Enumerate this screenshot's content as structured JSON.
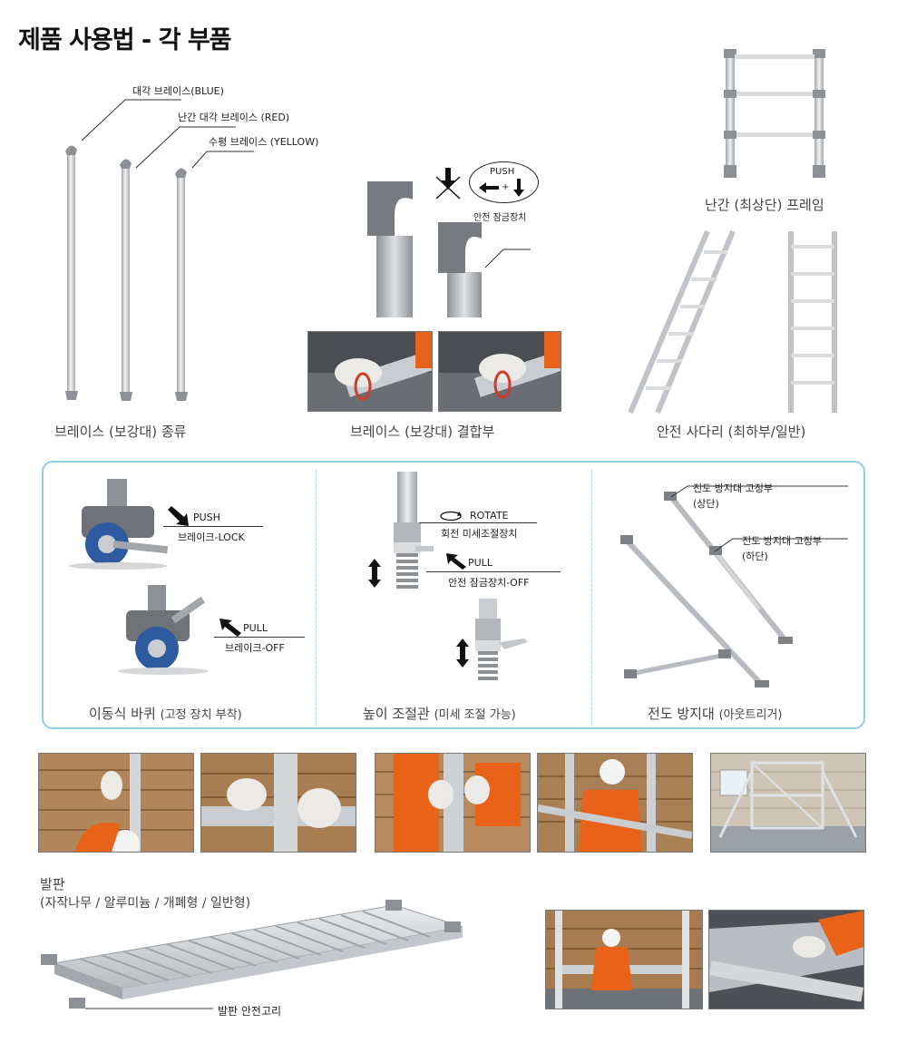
{
  "page": {
    "title": "제품 사용법 - 각 부품"
  },
  "braces": {
    "caption": "브레이스 (보강대) 종류",
    "blue_label": "대각 브레이스(BLUE)",
    "red_label": "난간 대각 브레이스 (RED)",
    "yellow_label": "수평 브레이스 (YELLOW)"
  },
  "joint": {
    "caption": "브레이스 (보강대) 결합부",
    "push": "PUSH",
    "plus": "+",
    "lock_label": "안전 잠금장치"
  },
  "top_frame": {
    "caption": "난간 (최상단) 프레임"
  },
  "ladder": {
    "caption": "안전 사다리 (최하부/일반)"
  },
  "caster": {
    "caption_main": "이동식 바퀴",
    "caption_sub": "(고정 장치 부착)",
    "push": "PUSH",
    "brake_lock": "브레이크-LOCK",
    "pull": "PULL",
    "brake_off": "브레이크-OFF"
  },
  "jack": {
    "caption_main": "높이 조절관",
    "caption_sub": "(미세 조절 가능)",
    "rotate": "ROTATE",
    "fine_adjust": "회전 미세조절장치",
    "pull": "PULL",
    "lock_off": "안전 잠금장치-OFF"
  },
  "outrigger": {
    "caption_main": "전도 방지대",
    "caption_sub": "(아웃트리거)",
    "upper_label_1": "전도 방지대 고정부",
    "upper_label_2": "(상단)",
    "lower_label_1": "전도 방지대 고정부",
    "lower_label_2": "(하단)"
  },
  "platform": {
    "title": "발판",
    "subtitle": "(자작나무 / 알루미늄 / 개폐형 / 일반형)",
    "hook_label": "발판 안전고리"
  },
  "colors": {
    "panel_border": "#8ecfe0",
    "worker_orange": "#e8621a",
    "metal": "#c9ccd0"
  }
}
